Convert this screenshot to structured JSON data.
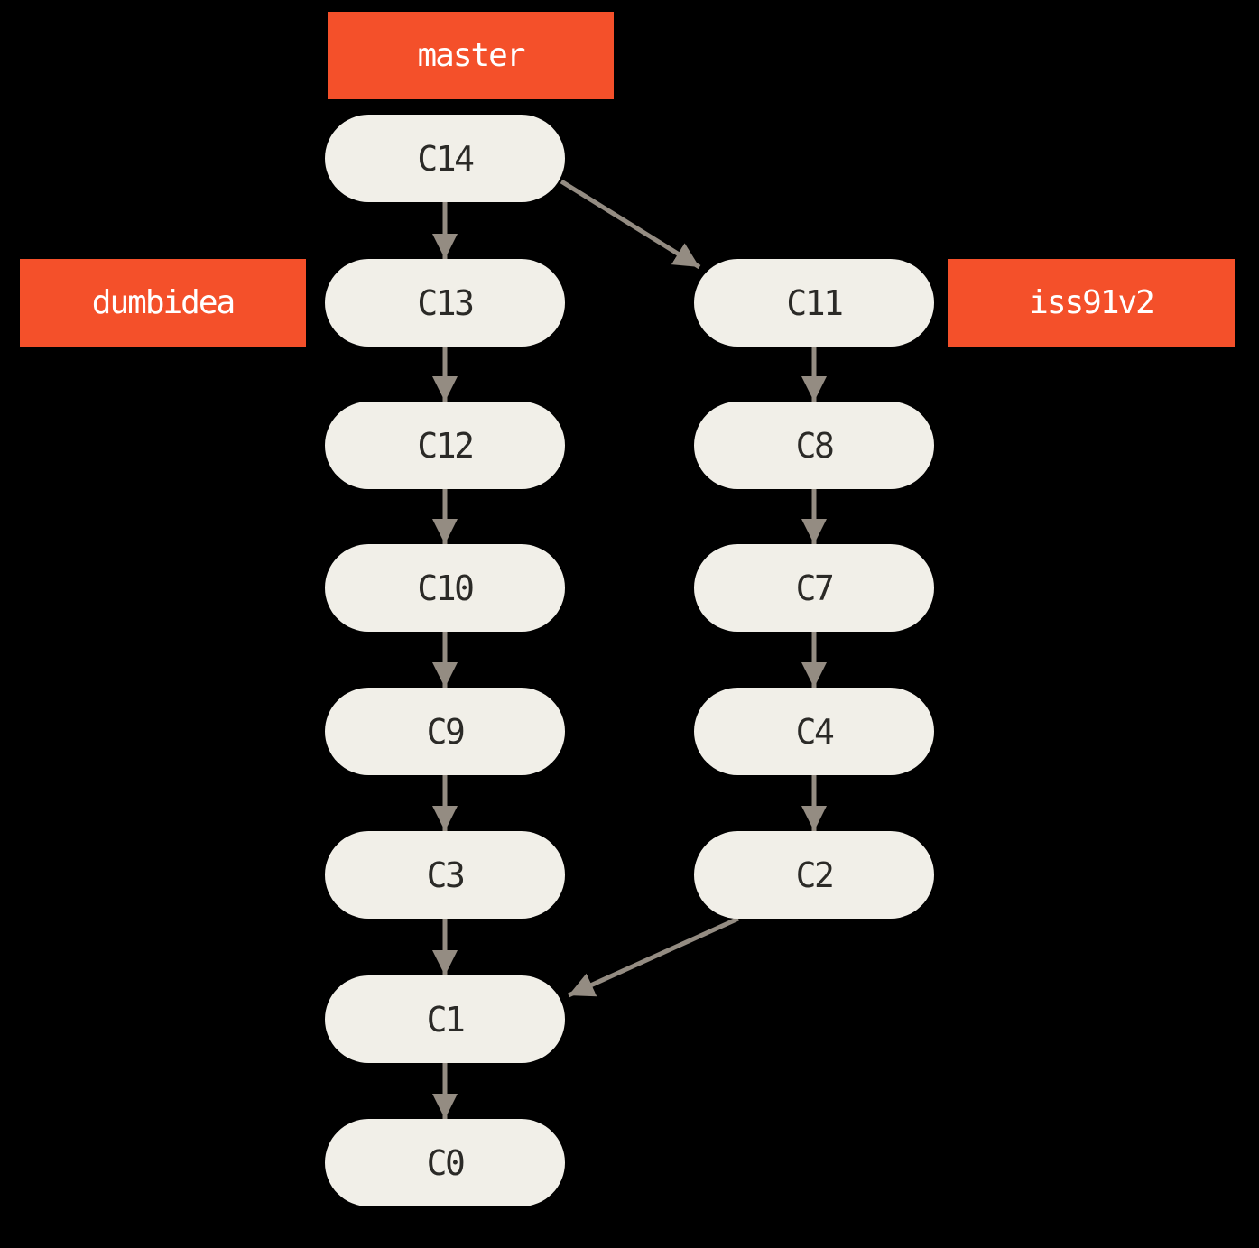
{
  "colors": {
    "canvas-bg": "#000000",
    "commit-fill": "#f1efe8",
    "commit-text": "#2b2a27",
    "branch-bg": "#f4502a",
    "branch-text": "#ffffff",
    "arrow": "#948c82"
  },
  "branches": {
    "master": {
      "label": "master",
      "points_to": "C14"
    },
    "dumbidea": {
      "label": "dumbidea",
      "points_to": "C13"
    },
    "iss91v2": {
      "label": "iss91v2",
      "points_to": "C11"
    }
  },
  "nodes": {
    "c14": {
      "label": "C14"
    },
    "c13": {
      "label": "C13"
    },
    "c12": {
      "label": "C12"
    },
    "c10": {
      "label": "C10"
    },
    "c9": {
      "label": "C9"
    },
    "c3": {
      "label": "C3"
    },
    "c1": {
      "label": "C1"
    },
    "c0": {
      "label": "C0"
    },
    "c11": {
      "label": "C11"
    },
    "c8": {
      "label": "C8"
    },
    "c7": {
      "label": "C7"
    },
    "c4": {
      "label": "C4"
    },
    "c2": {
      "label": "C2"
    }
  },
  "edges": [
    {
      "from": "C14",
      "to": "C13"
    },
    {
      "from": "C14",
      "to": "C11"
    },
    {
      "from": "C13",
      "to": "C12"
    },
    {
      "from": "C12",
      "to": "C10"
    },
    {
      "from": "C10",
      "to": "C9"
    },
    {
      "from": "C9",
      "to": "C3"
    },
    {
      "from": "C3",
      "to": "C1"
    },
    {
      "from": "C1",
      "to": "C0"
    },
    {
      "from": "C11",
      "to": "C8"
    },
    {
      "from": "C8",
      "to": "C7"
    },
    {
      "from": "C7",
      "to": "C4"
    },
    {
      "from": "C4",
      "to": "C2"
    },
    {
      "from": "C2",
      "to": "C1"
    }
  ]
}
